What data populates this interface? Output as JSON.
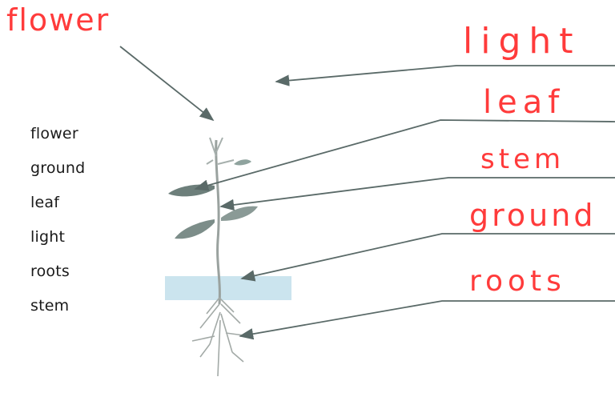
{
  "word_bank": {
    "words": [
      "flower",
      "ground",
      "leaf",
      "light",
      "roots",
      "stem"
    ]
  },
  "handwritten_labels": {
    "flower": "flower",
    "light": "light",
    "leaf": "leaf",
    "stem": "stem",
    "ground": "ground",
    "roots": "roots"
  },
  "colors": {
    "label_red": "#ff3b3b",
    "arrow_gray": "#5a6a68",
    "ground_blue": "#b9dbe8"
  }
}
